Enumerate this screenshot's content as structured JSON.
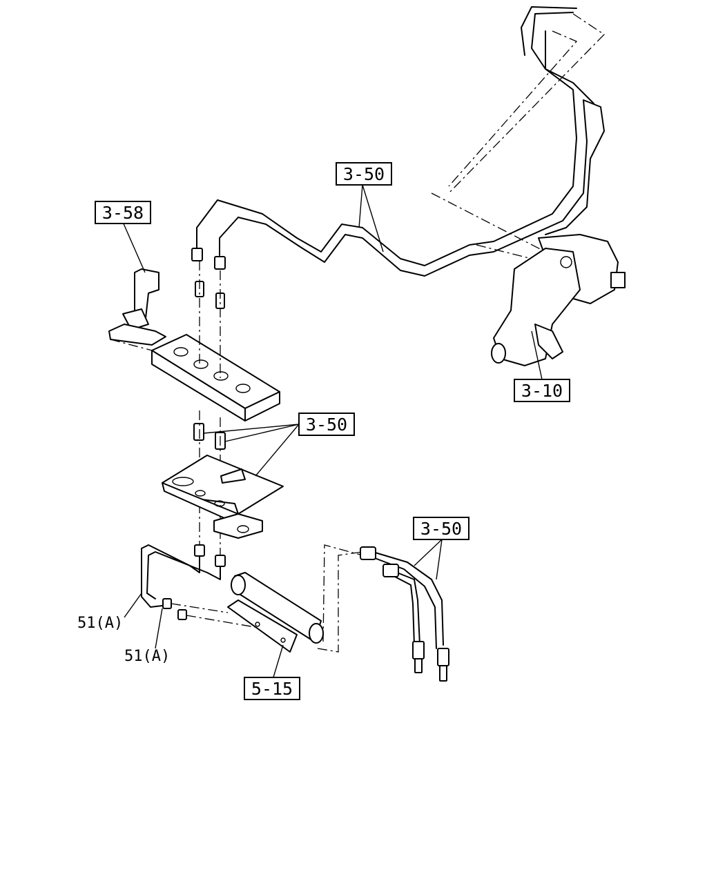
{
  "callouts": {
    "c358": "3-58",
    "c350_top": "3-50",
    "c350_mid": "3-50",
    "c350_low": "3-50",
    "c310": "3-10",
    "c515": "5-15"
  },
  "labels": {
    "l51a_1": "51(A)",
    "l51a_2": "51(A)"
  }
}
